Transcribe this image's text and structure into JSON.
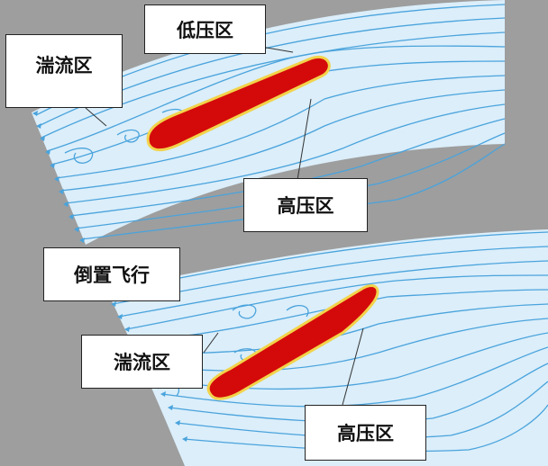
{
  "labels": {
    "top_turbulence": "湍流区",
    "top_low_pressure": "低压区",
    "top_high_pressure": "高压区",
    "bottom_title": "倒置飞行",
    "bottom_turbulence": "湍流区",
    "bottom_high_pressure": "高压区"
  },
  "colors": {
    "background": "#9e9e9e",
    "flow_fill": "#dbeefa",
    "streamline": "#4aa3dc",
    "airfoil": "#d40a0a",
    "airfoil_edge": "#f2d34a"
  }
}
